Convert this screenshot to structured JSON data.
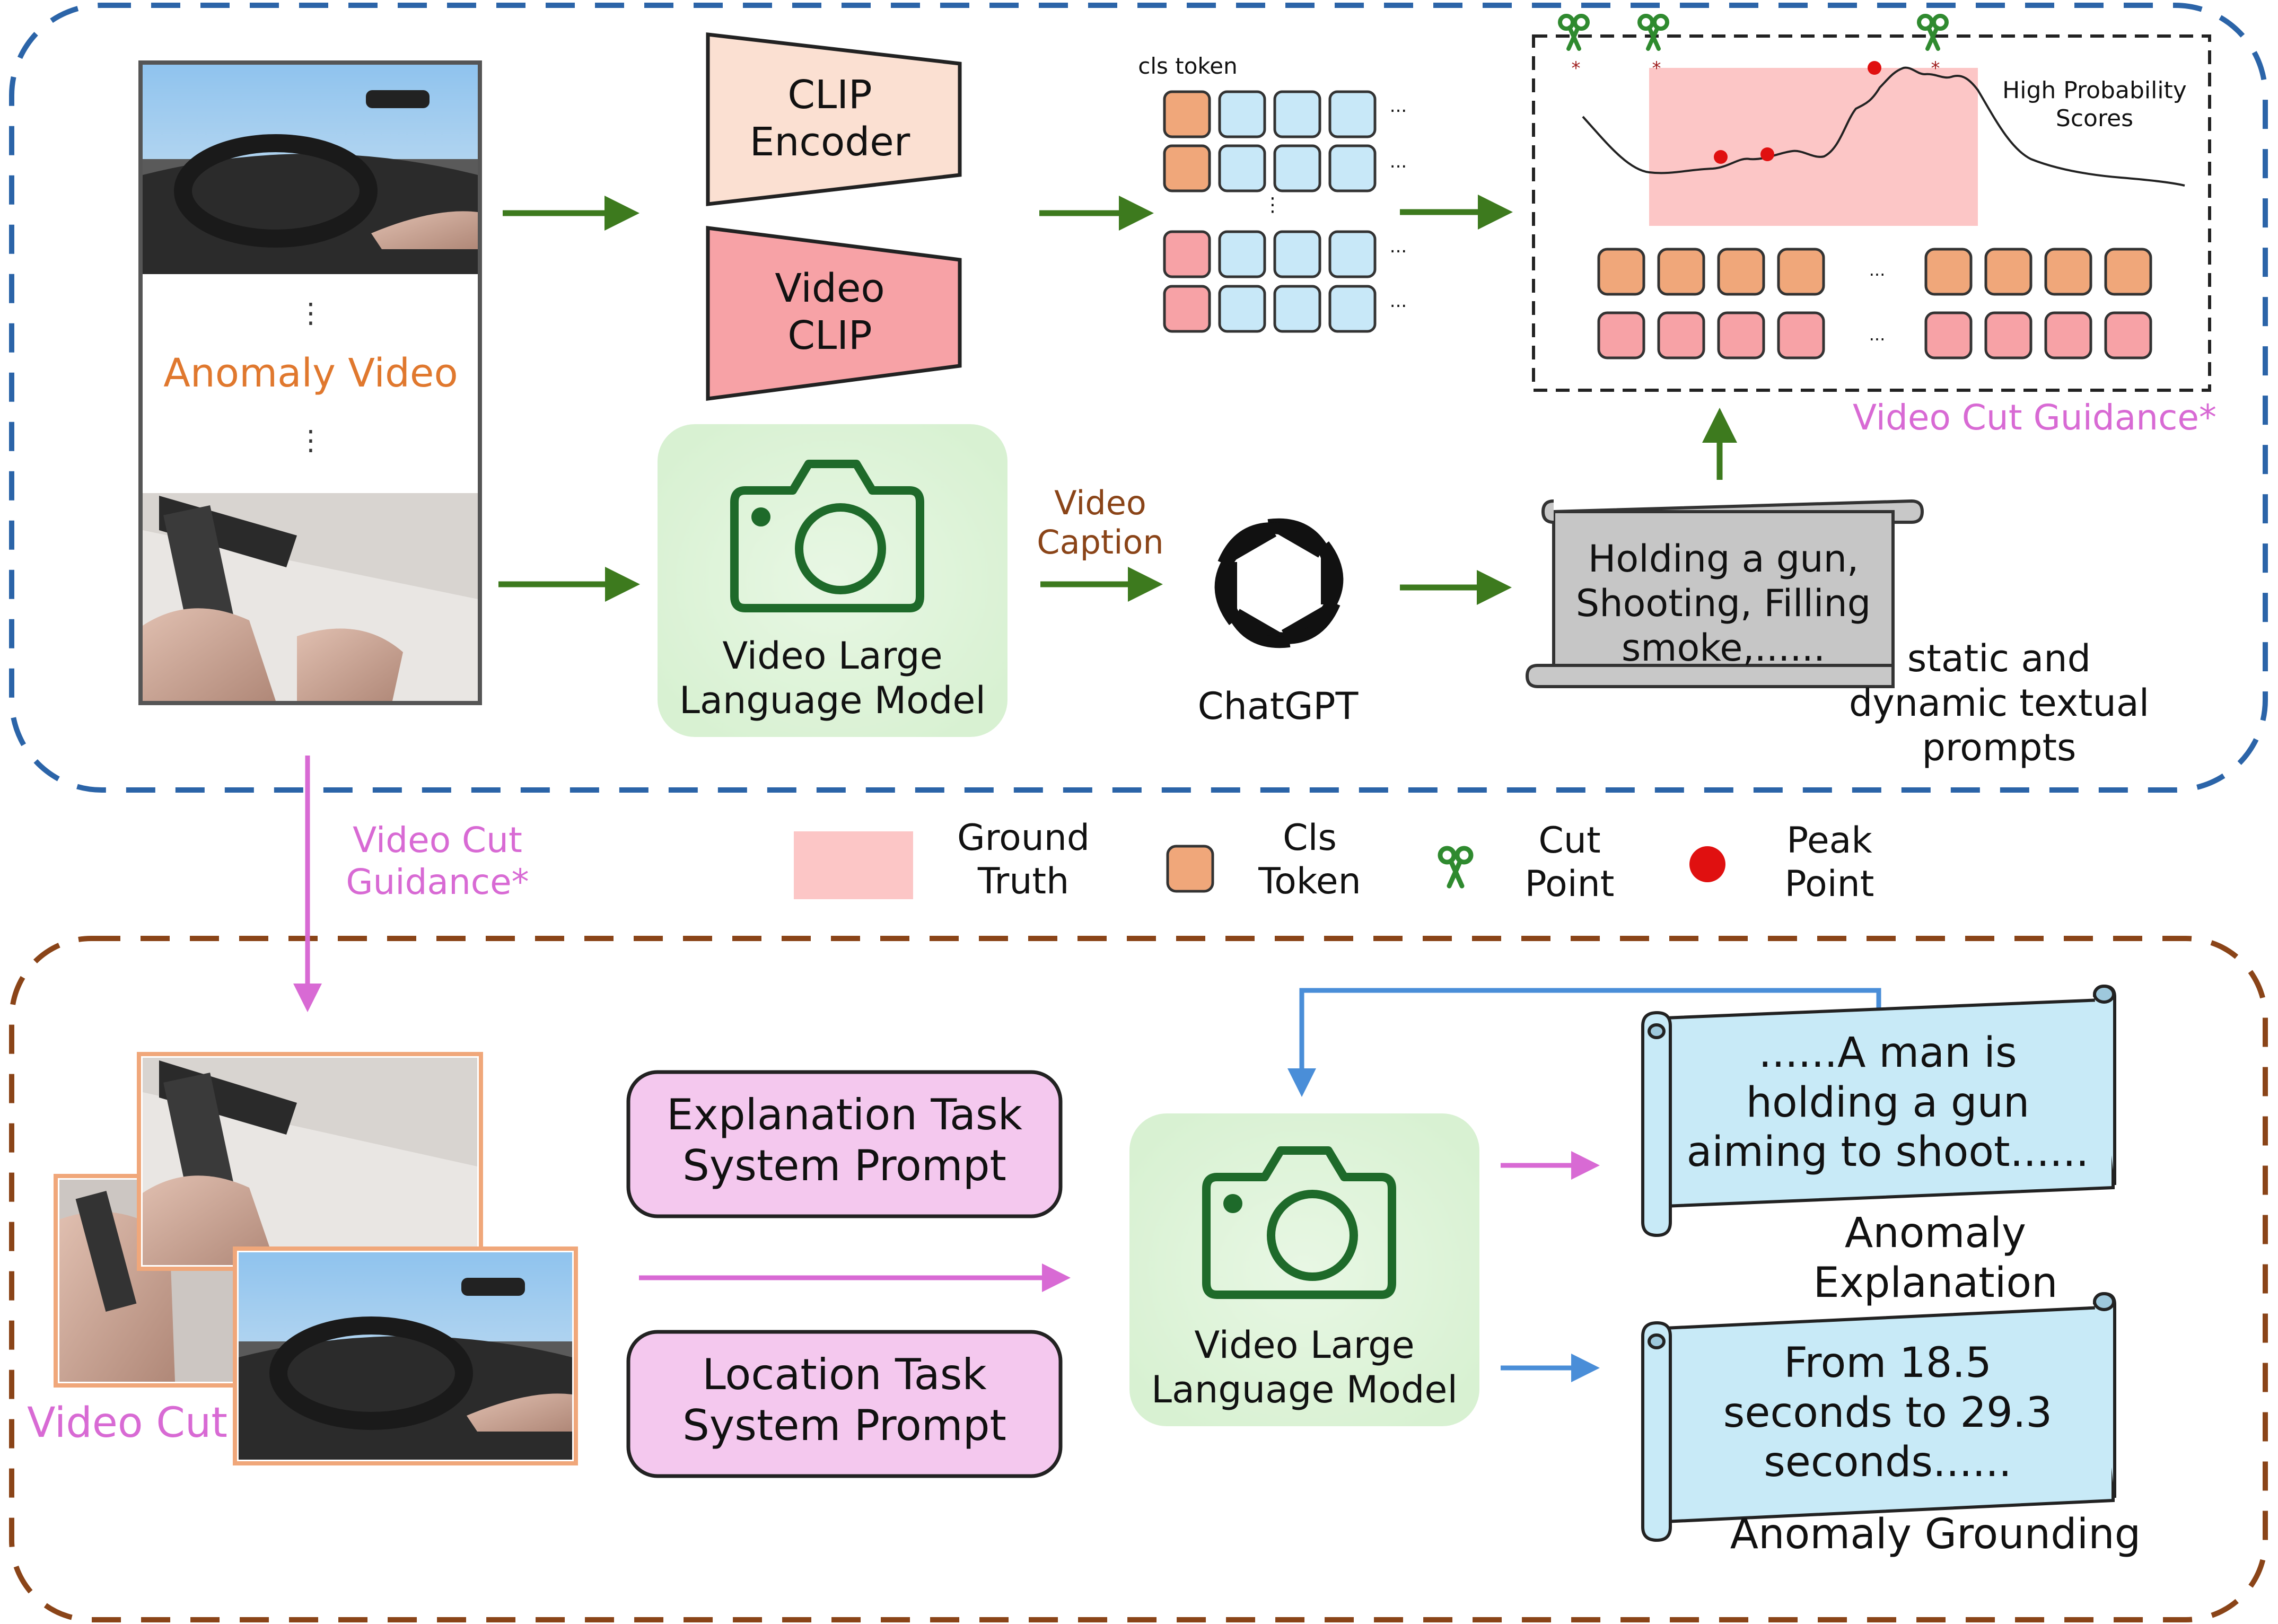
{
  "top": {
    "video_label": "Anomaly Video",
    "video_ellipsis": "⋮",
    "clip_encoder": "CLIP\nEncoder",
    "video_clip": "Video\nCLIP",
    "cls_token_label": "cls token",
    "vllm_label": "Video Large\nLanguage Model",
    "video_caption": "Video\nCaption",
    "chatgpt": "ChatGPT",
    "scroll_text": "Holding a gun,\nShooting, Filling\nsmoke,......",
    "prompts_label": "static and\ndynamic textual\nprompts",
    "chart_note": "High Probability\nScores",
    "guidance": "Video Cut Guidance*",
    "dots": "..."
  },
  "middle": {
    "guidance": "Video Cut\nGuidance*",
    "legend": [
      {
        "label": "Ground\nTruth",
        "kind": "gt-swatch"
      },
      {
        "label": "Cls\nToken",
        "kind": "cls-swatch"
      },
      {
        "label": "Cut\nPoint",
        "kind": "scissors"
      },
      {
        "label": "Peak\nPoint",
        "kind": "peak-dot"
      }
    ]
  },
  "bottom": {
    "video_cut": "Video Cut",
    "explanation_prompt": "Explanation Task\nSystem Prompt",
    "location_prompt": "Location Task\nSystem Prompt",
    "vllm_label": "Video Large\nLanguage Model",
    "explanation_text": "......A man is\nholding a gun\naiming to shoot......",
    "explanation_title": "Anomaly Explanation",
    "grounding_text": "From 18.5\nseconds to 29.3\nseconds......",
    "grounding_title": "Anomaly Grounding"
  },
  "colors": {
    "blue_border": "#2b64a8",
    "brown_border": "#8a4418",
    "green_arrow": "#3d7a1e",
    "pink_arrow": "#d86ad4",
    "blue_arrow": "#4a8ed8",
    "orange_token": "#f0a77a",
    "pink_token": "#f7a2a6",
    "blue_token": "#c8e8f8",
    "ground_truth": "#fcc6c6",
    "peak": "#e01010",
    "scissors": "#2f8a2f",
    "vllm_bg": "#d8f1d2",
    "prompt_bg": "#f4c8ee",
    "scroll_bg": "#c8eaf7"
  }
}
